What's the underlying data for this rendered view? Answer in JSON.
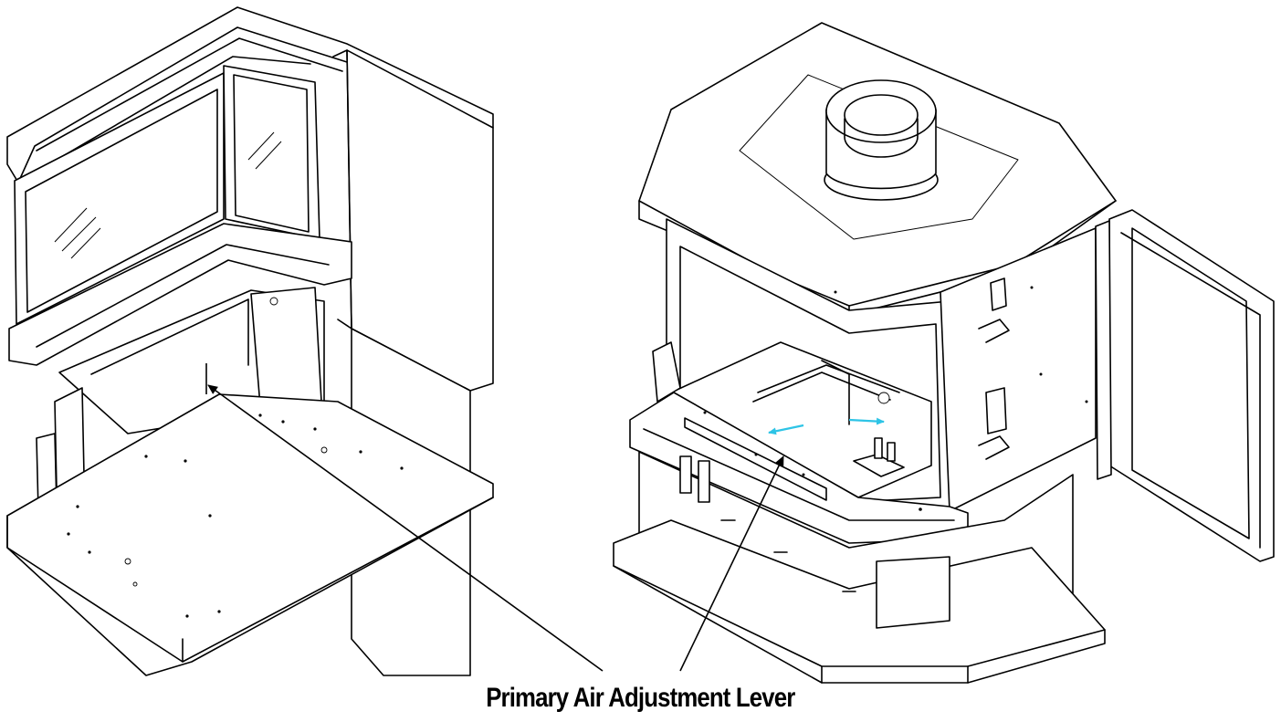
{
  "figure": {
    "caption": "Primary Air Adjustment Lever",
    "views": [
      {
        "name": "left-view",
        "description_visible": false
      },
      {
        "name": "right-view",
        "description_visible": false
      }
    ],
    "colors": {
      "line": "#000000",
      "background": "#ffffff",
      "airflow_arrows": "#2ec4e6"
    }
  }
}
